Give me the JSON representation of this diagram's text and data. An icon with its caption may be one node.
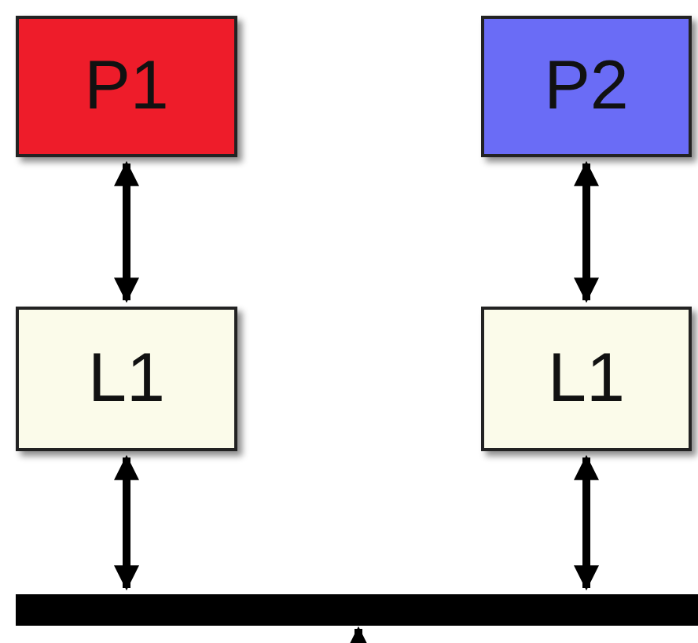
{
  "diagram": {
    "nodes": [
      {
        "text": [
          "P1"
        ]
      },
      {
        "text": [
          "P2"
        ]
      },
      {
        "text": [
          "L1"
        ]
      },
      {
        "text": [
          "L1"
        ]
      },
      {
        "text": [],
        "shape": "bar"
      }
    ],
    "edges": [
      {
        "from": 0,
        "to": 2,
        "arrow": "both"
      },
      {
        "from": 1,
        "to": 3,
        "arrow": "both"
      },
      {
        "from": 2,
        "to": 4,
        "arrow": "both"
      },
      {
        "from": 3,
        "to": 4,
        "arrow": "both"
      },
      {
        "from": null,
        "to": 4,
        "arrow": "to"
      }
    ]
  }
}
